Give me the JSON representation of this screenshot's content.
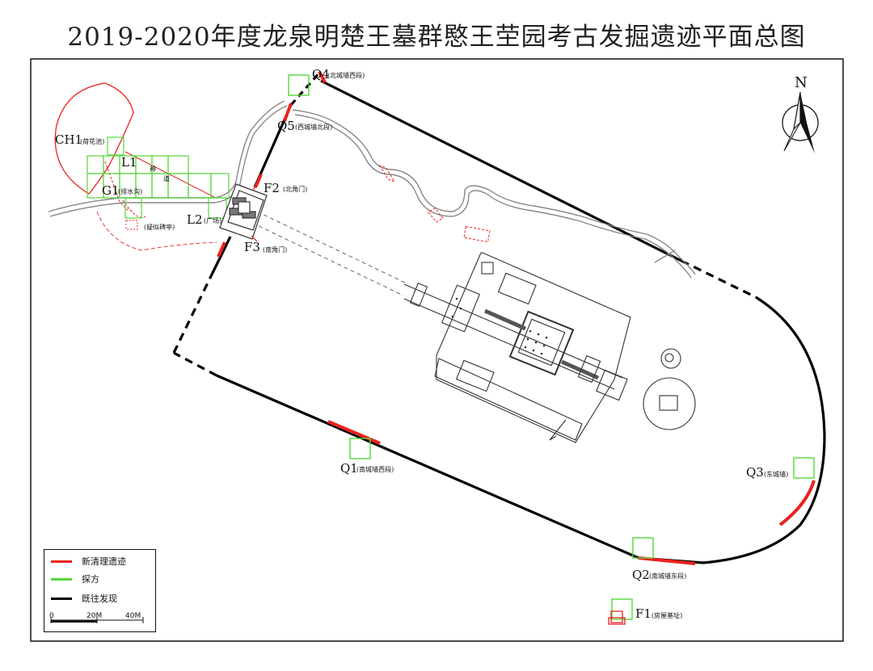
{
  "title": "2019-2020年度龙泉明楚王墓群愍王茔园考古发掘遗迹平面总图",
  "north": "N",
  "labels": {
    "q4": "Q4",
    "q4_sub": "(北城墙西段)",
    "q5": "Q5",
    "q5_sub": "(西城墙北段)",
    "ch1": "CH1",
    "ch1_sub": "(荷花池)",
    "l1": "L1",
    "l1_road": [
      "神",
      "道"
    ],
    "g1": "G1",
    "g1_sub": "(排水沟)",
    "f2": "F2",
    "f2_sub": "(北角门)",
    "l2": "L2",
    "l2_sub": "(广场)",
    "pavilion": "(疑似碑亭)",
    "f3": "F3",
    "f3_sub": "(南角门)",
    "q1": "Q1",
    "q1_sub": "(南城墙西段)",
    "q3": "Q3",
    "q3_sub": "(东城墙)",
    "q2": "Q2",
    "q2_sub": "(南城墙东段)",
    "f1": "F1",
    "f1_sub": "(房屋基址)"
  },
  "legend": {
    "items": [
      {
        "label": "新清理遗迹",
        "color": "#e8221f"
      },
      {
        "label": "探方",
        "color": "#55d83a"
      },
      {
        "label": "既往发现",
        "color": "#000000"
      }
    ],
    "scale": [
      "0",
      "20M",
      "40M"
    ]
  },
  "colors": {
    "new": "#e8221f",
    "trench": "#55d83a",
    "old": "#000000",
    "road": "#888888"
  }
}
